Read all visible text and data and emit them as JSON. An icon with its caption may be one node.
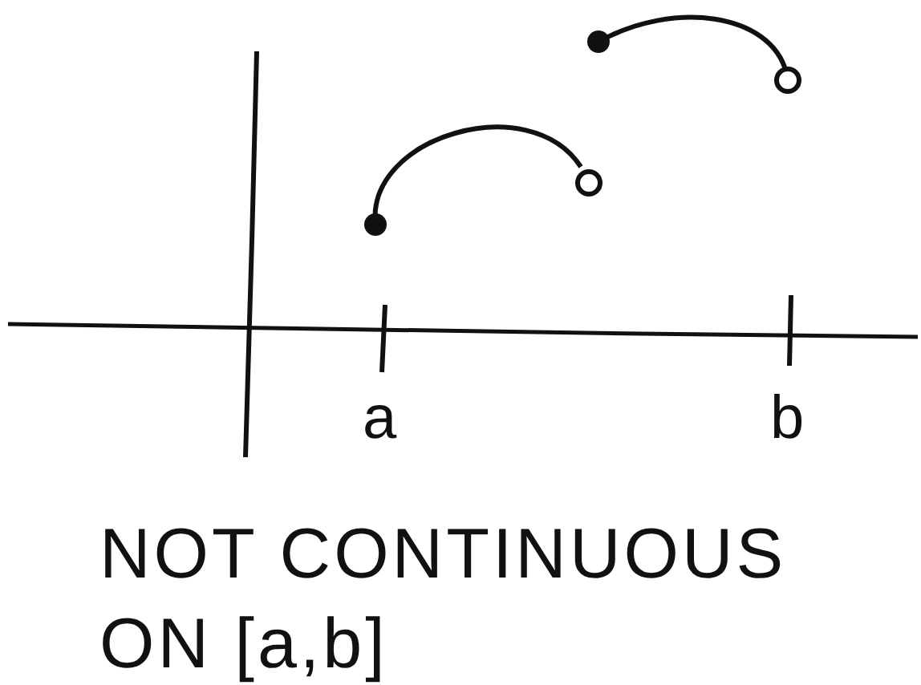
{
  "diagram": {
    "labels": [
      "a",
      "b"
    ],
    "caption": "NOT CONTINUOUS ON [a,b]"
  }
}
